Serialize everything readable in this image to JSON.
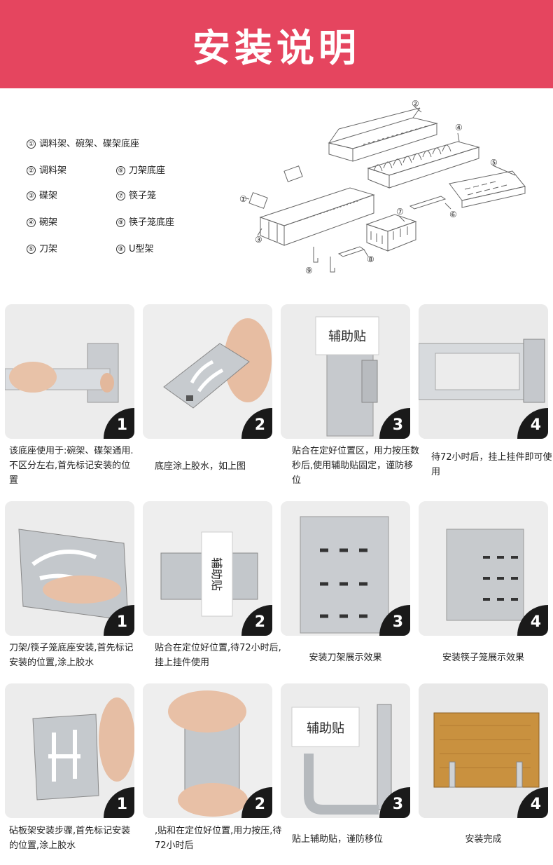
{
  "header": {
    "title": "安装说明"
  },
  "parts": {
    "legend": [
      {
        "num": "①",
        "label": "调料架、碗架、碟架底座"
      },
      {
        "num": "②",
        "label": "调料架"
      },
      {
        "num": "⑥",
        "label": "刀架底座"
      },
      {
        "num": "③",
        "label": "碟架"
      },
      {
        "num": "⑦",
        "label": "筷子笼"
      },
      {
        "num": "④",
        "label": "碗架"
      },
      {
        "num": "⑧",
        "label": "筷子笼底座"
      },
      {
        "num": "⑤",
        "label": "刀架"
      },
      {
        "num": "⑨",
        "label": "U型架"
      }
    ],
    "diagram_callouts": [
      "①",
      "②",
      "③",
      "④",
      "⑤",
      "⑥",
      "⑦",
      "⑧",
      "⑨"
    ]
  },
  "steps": [
    [
      {
        "step": "1",
        "caption": "该底座使用于:碗架、碟架通用.不区分左右,首先标记安装的位置"
      },
      {
        "step": "2",
        "caption": "底座涂上胶水，如上图"
      },
      {
        "step": "3",
        "caption": "贴合在定好位置区，用力按压数秒后,使用辅助贴固定，谨防移位",
        "tag": "辅助贴"
      },
      {
        "step": "4",
        "caption": "待72小时后，挂上挂件即可使用"
      }
    ],
    [
      {
        "step": "1",
        "caption": "刀架/筷子笼底座安装,首先标记安装的位置,涂上胶水"
      },
      {
        "step": "2",
        "caption": "贴合在定位好位置,待72小时后,挂上挂件使用",
        "tag": "辅助贴"
      },
      {
        "step": "3",
        "caption": "安装刀架展示效果"
      },
      {
        "step": "4",
        "caption": "安装筷子笼展示效果"
      }
    ],
    [
      {
        "step": "1",
        "caption": "砧板架安装步骤,首先标记安装的位置,涂上胶水"
      },
      {
        "step": "2",
        "caption": ",贴和在定位好位置,用力按压,待72小时后"
      },
      {
        "step": "3",
        "caption": "贴上辅助贴，谨防移位",
        "tag": "辅助贴"
      },
      {
        "step": "4",
        "caption": "安装完成"
      }
    ]
  ],
  "colors": {
    "banner": "#e5455f",
    "badge": "#1a1a1a",
    "card_bg": "#e9e9e9"
  }
}
